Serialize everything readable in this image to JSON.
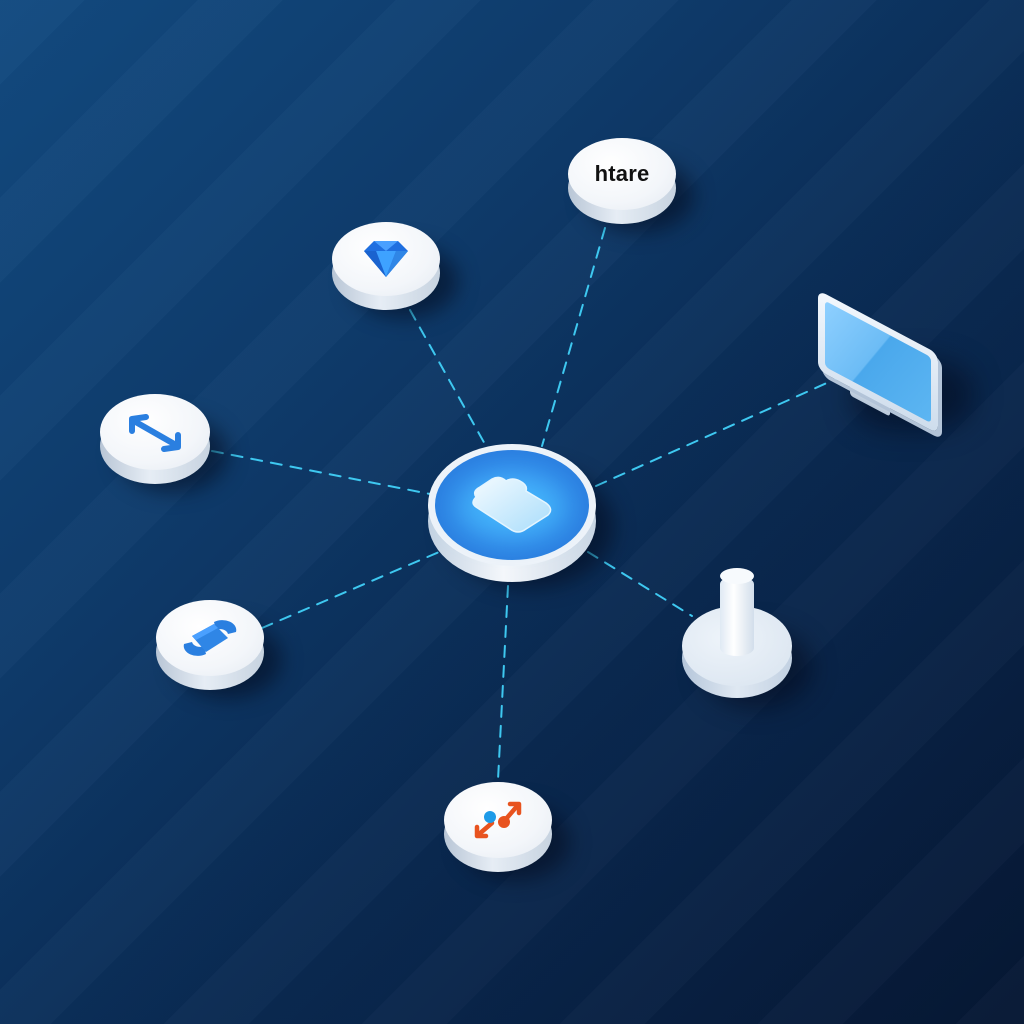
{
  "diagram": {
    "type": "hub-and-spoke network",
    "background": {
      "top_left": "#124a80",
      "bottom_right": "#061733"
    },
    "link_style": {
      "color": "#3ec8f0",
      "dash": "dashed"
    },
    "hub": {
      "name": "cloud-hub",
      "icon": "cloud-icon",
      "color": "#2f86e6"
    },
    "nodes": [
      {
        "id": "text-node",
        "label": "htare",
        "icon": null
      },
      {
        "id": "diamond-node",
        "label": "",
        "icon": "diamond-icon",
        "color": "#2f8ff0"
      },
      {
        "id": "resize-node",
        "label": "",
        "icon": "double-arrow-icon",
        "color": "#2f86e6"
      },
      {
        "id": "connector-node",
        "label": "",
        "icon": "link-connector-icon",
        "color": "#2f86e6"
      },
      {
        "id": "transfer-node",
        "label": "",
        "icon": "transfer-arrows-icon",
        "colors": [
          "#1e9be8",
          "#e8531f"
        ]
      },
      {
        "id": "pillar-node",
        "label": "",
        "icon": "pillar-icon"
      },
      {
        "id": "monitor-node",
        "label": "",
        "icon": "monitor-icon",
        "color": "#6cbcf5"
      }
    ]
  }
}
